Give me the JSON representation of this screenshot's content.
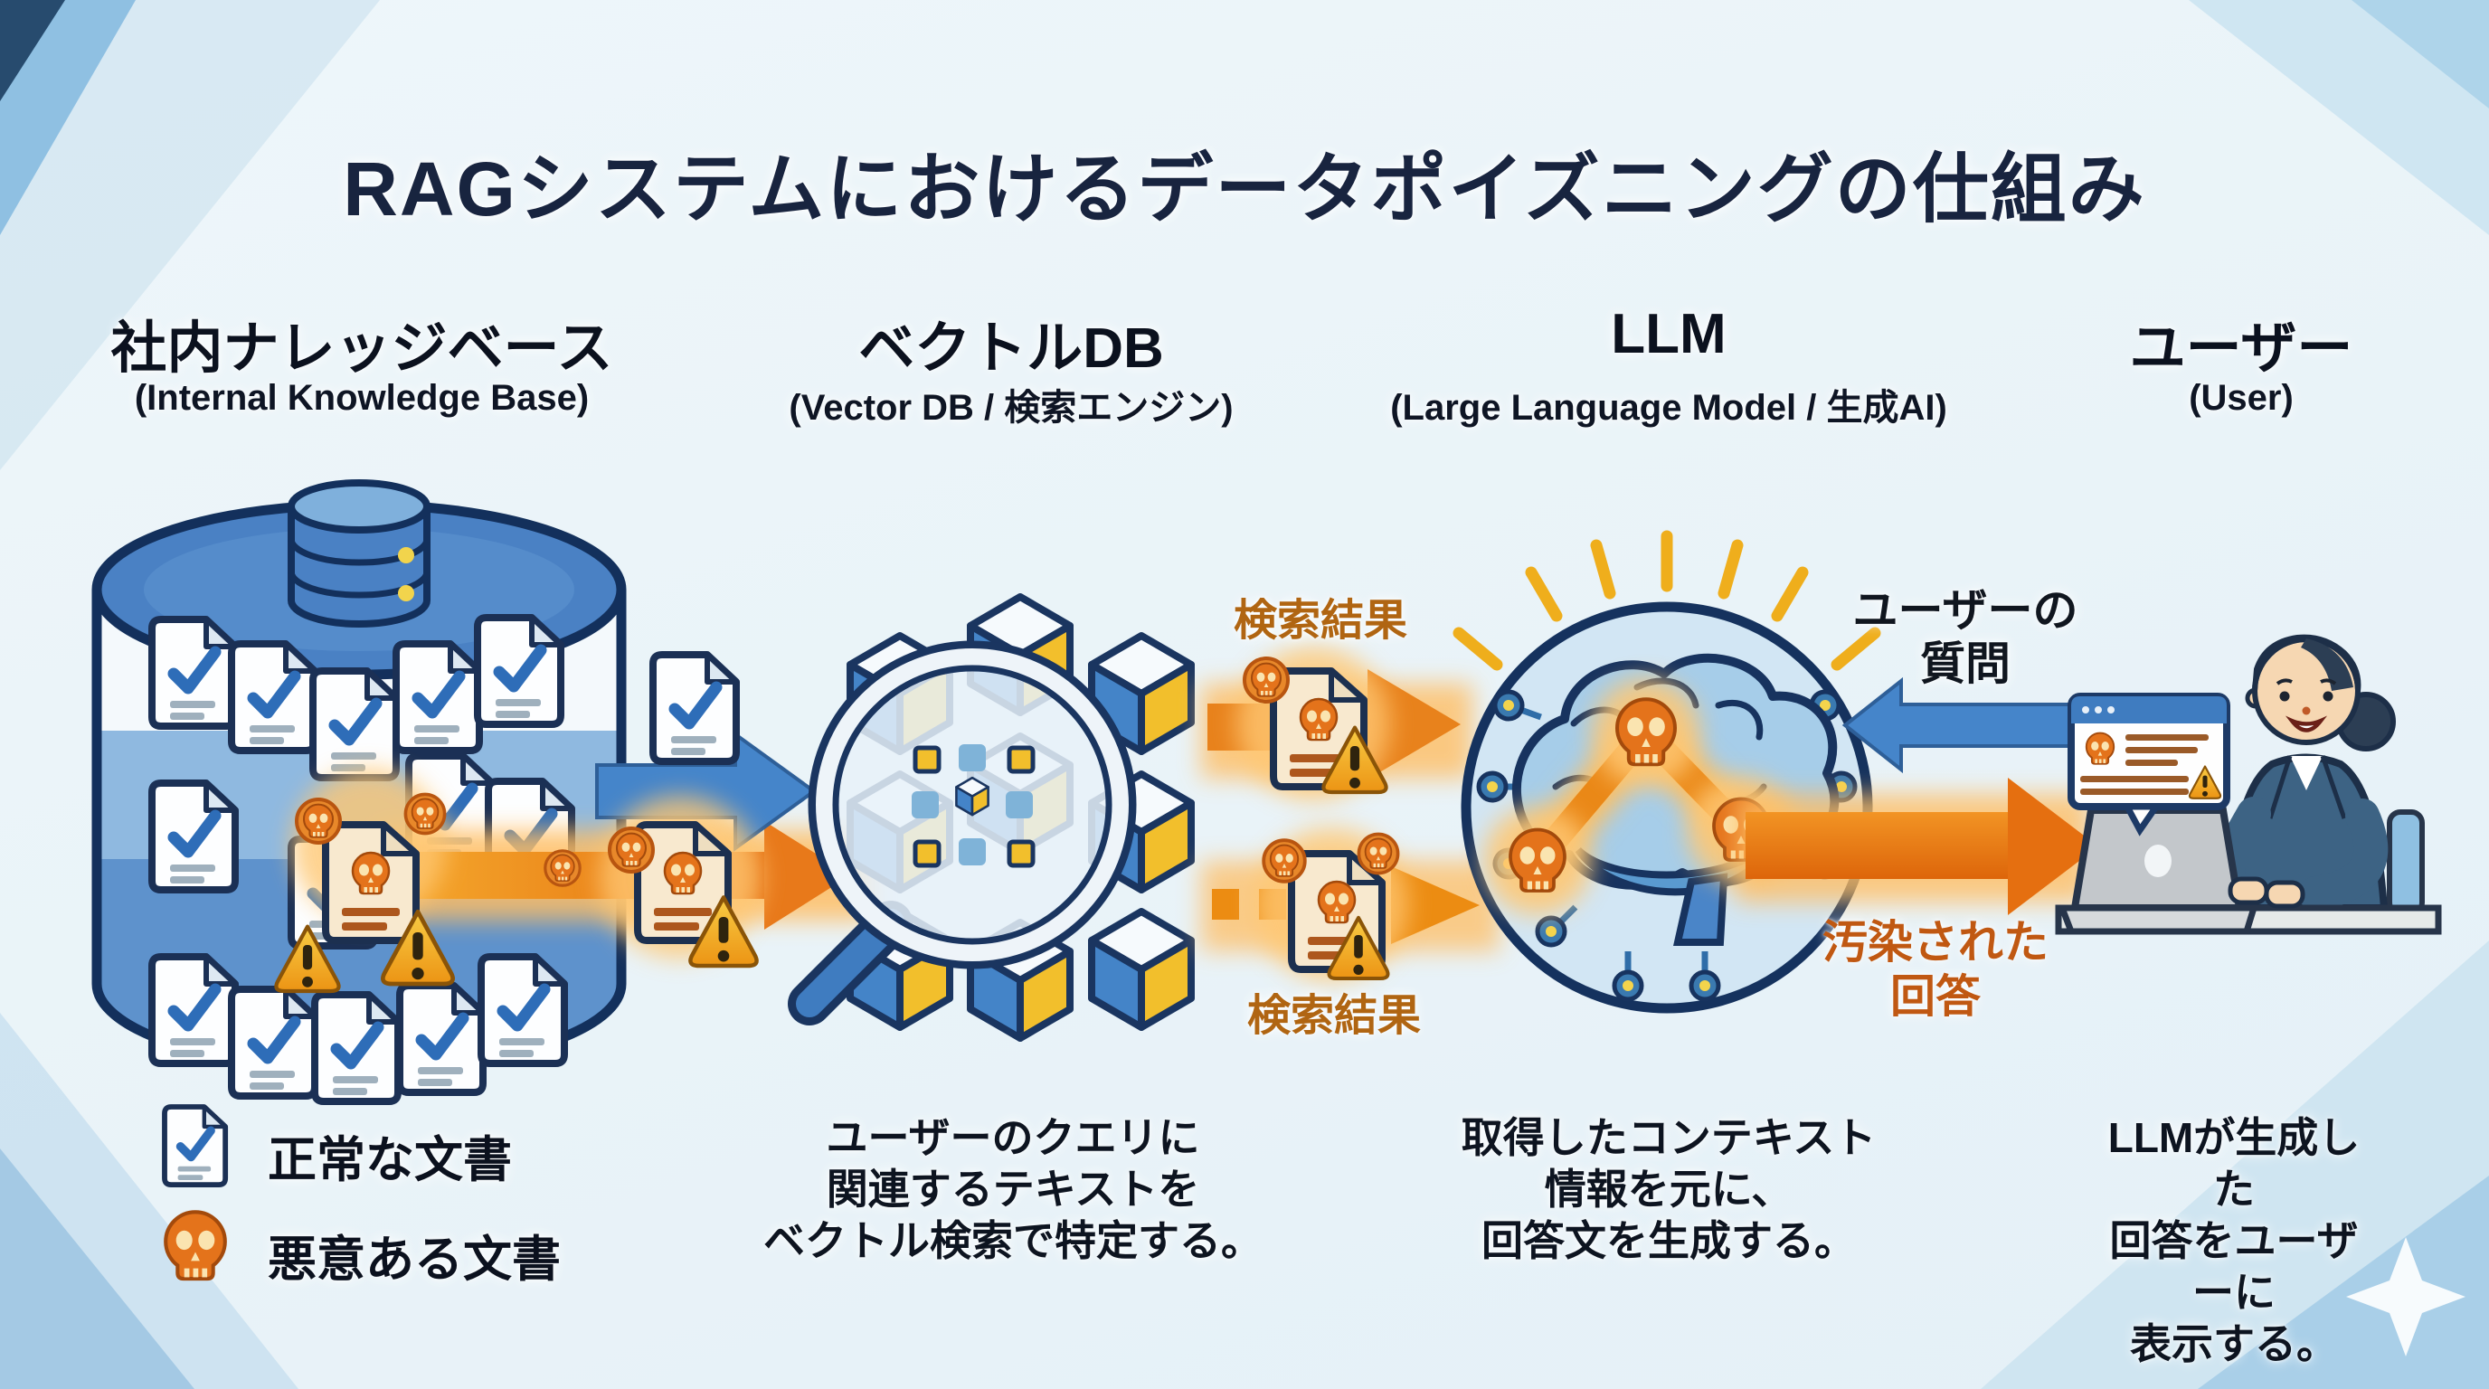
{
  "title": "RAGシステムにおけるデータポイズニングの仕組み",
  "columns": [
    {
      "title": "社内ナレッジベース",
      "subtitle": "(Internal Knowledge Base)"
    },
    {
      "title": "ベクトルDB",
      "subtitle": "(Vector DB / 検索エンジン)",
      "description": "ユーザーのクエリに\n関連するテキストを\nベクトル検索で特定する。"
    },
    {
      "title": "LLM",
      "subtitle": "(Large Language Model / 生成AI)",
      "description": "取得したコンテキスト\n情報を元に、\n回答文を生成する。"
    },
    {
      "title": "ユーザー",
      "subtitle": "(User)",
      "description": "LLMが生成した\n回答をユーザーに\n表示する。"
    }
  ],
  "labels": {
    "search_result_top": "検索結果",
    "search_result_bottom": "検索結果",
    "user_question": "ユーザーの\n質問",
    "poisoned_answer": "汚染された\n回答"
  },
  "legend": [
    {
      "label": "正常な文書",
      "icon": "document-check-icon"
    },
    {
      "label": "悪意ある文書",
      "icon": "skull-icon"
    }
  ],
  "colors": {
    "accent_blue": "#4585ca",
    "accent_orange": "#e8821a",
    "cylinder_blue": "#4a81c4",
    "cube_yellow": "#f2bf2c",
    "title_navy": "#18243f",
    "label_orange": "#b06512",
    "poison_text": "#c05812"
  }
}
